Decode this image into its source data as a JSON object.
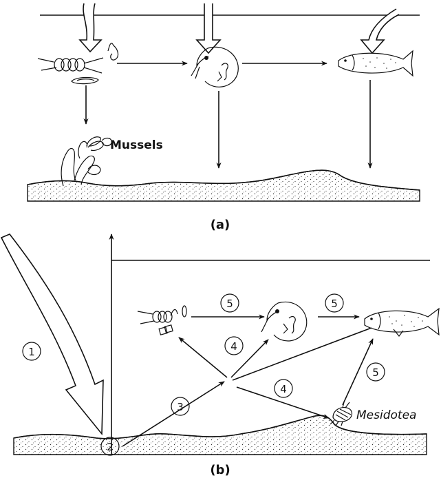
{
  "panel_a": {
    "caption": "(a)",
    "organism_label": "Mussels"
  },
  "panel_b": {
    "caption": "(b)",
    "organism_label": "Mesidotea",
    "markers": {
      "m1": "1",
      "m2": "2",
      "m3": "3",
      "m4a": "4",
      "m4b": "4",
      "m5a": "5",
      "m5b": "5",
      "m5c": "5"
    }
  }
}
